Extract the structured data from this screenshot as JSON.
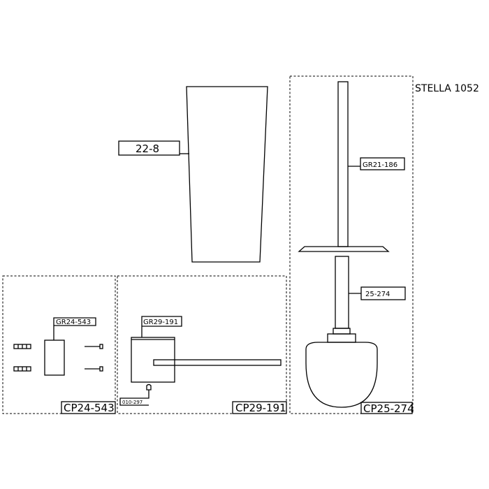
{
  "title": "STELLA  1052",
  "parts": {
    "glass": "22-8",
    "brush_handle": "GR21-186",
    "brush_head": "25-274",
    "bracket_small": "GR24-543",
    "bracket_holder": "GR29-191",
    "small_part": "010-297"
  },
  "groups": {
    "left": "CP24-543",
    "middle": "CP29-191",
    "right": "CP25-274"
  }
}
